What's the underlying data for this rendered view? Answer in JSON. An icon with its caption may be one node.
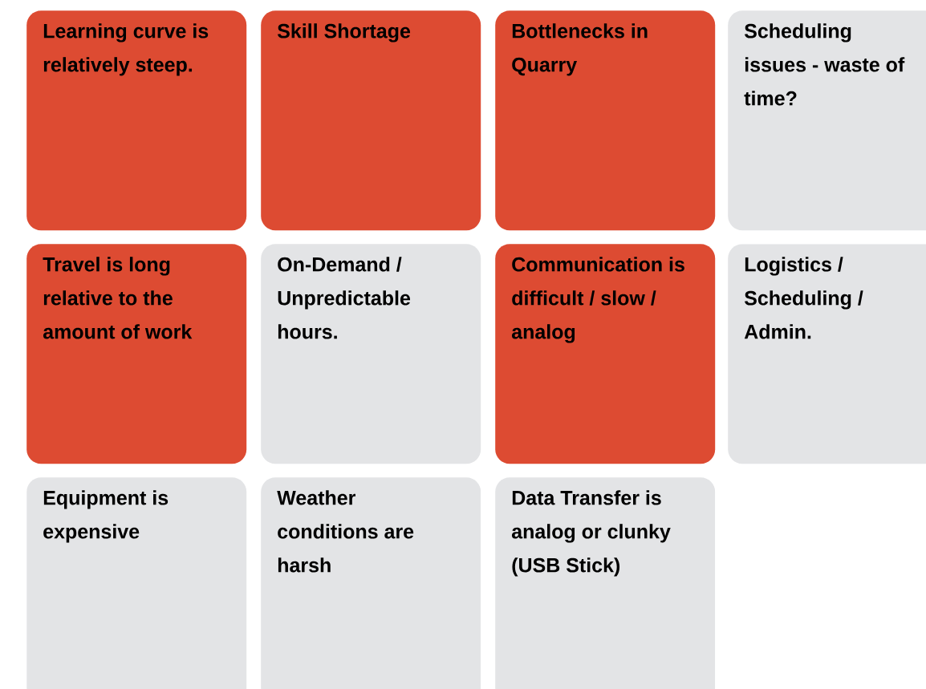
{
  "diagram": {
    "nodes": [
      {
        "text": [
          "Learning curve is relatively steep."
        ]
      },
      {
        "text": [
          "Skill Shortage"
        ]
      },
      {
        "text": [
          "Bottlenecks in Quarry"
        ]
      },
      {
        "text": [
          "Scheduling issues - waste of time?"
        ]
      },
      {
        "text": [
          "Travel is long relative to the amount of work"
        ]
      },
      {
        "text": [
          "On-Demand / Unpredictable hours."
        ]
      },
      {
        "text": [
          "Communication is difficult / slow / analog"
        ]
      },
      {
        "text": [
          "Logistics / Scheduling / Admin."
        ]
      },
      {
        "text": [
          "Equipment is expensive"
        ]
      },
      {
        "text": [
          "Weather conditions are harsh"
        ]
      },
      {
        "text": [
          "Data Transfer is analog or clunky (USB Stick)"
        ]
      }
    ]
  }
}
